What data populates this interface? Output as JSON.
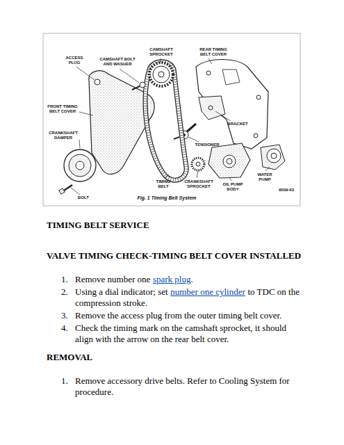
{
  "diagram": {
    "title": "TIMING BELT SERVICE",
    "caption": "Fig. 1 Timing Belt System",
    "labels": [
      "ACCESS PLUG",
      "CAMSHAFT BOLT AND WASHER",
      "CAMSHAFT SPROCKET",
      "REAR TIMING BELT COVER",
      "FRONT TIMING BELT COVER",
      "CRANKSHAFT DAMPER",
      "BRACKET",
      "TENSIONER",
      "BOLT",
      "TIMING BELT",
      "CRANKSHAFT SPROCKET",
      "OIL PUMP BODY",
      "WATER PUMP",
      "9509-63",
      "VALVE TIMING CHECK-TIMING BELT COVER INSTALLED",
      "1.",
      "Remove number one",
      "spark plug",
      ".",
      "2.",
      "Using a dial indicator; set",
      "number one cylinder",
      "to TDC on the compression stroke.",
      "3.",
      "Remove the access plug from the outer timing belt cover.",
      "4.",
      "Check the timing mark on the camshaft sprocket, it should align with the arrow on the rear belt cover.",
      "REMOVAL",
      "1.",
      "Remove accessory drive belts. Refer to Cooling System for procedure."
    ]
  }
}
